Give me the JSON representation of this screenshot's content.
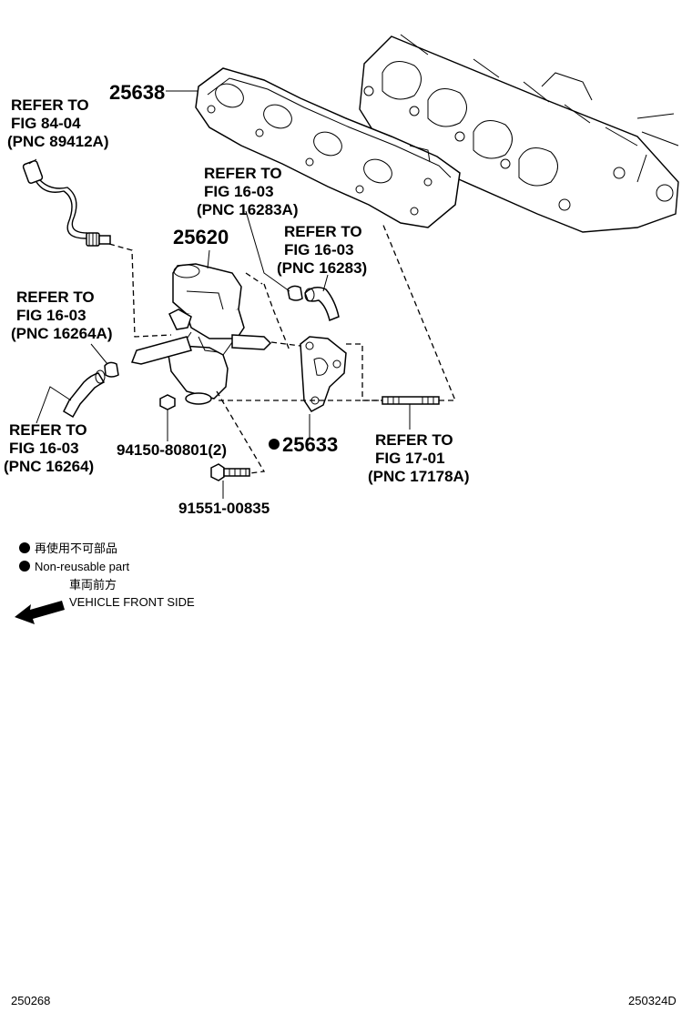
{
  "part_numbers": {
    "exhaust_manifold_gasket": "25638",
    "egr_valve": "25620",
    "egr_valve_gasket": "25633",
    "nut": "94150-80801(2)",
    "bolt": "91551-00835"
  },
  "references": {
    "sensor": {
      "line1": "REFER TO",
      "line2": "FIG 84-04",
      "line3": "(PNC 89412A)"
    },
    "clamp_top": {
      "line1": "REFER TO",
      "line2": "FIG 16-03",
      "line3": "(PNC 16283A)"
    },
    "hose_top": {
      "line1": "REFER TO",
      "line2": "FIG 16-03",
      "line3": "(PNC 16283)"
    },
    "clamp_left": {
      "line1": "REFER TO",
      "line2": "FIG 16-03",
      "line3": "(PNC 16264A)"
    },
    "hose_left": {
      "line1": "REFER TO",
      "line2": "FIG 16-03",
      "line3": "(PNC 16264)"
    },
    "stud": {
      "line1": "REFER TO",
      "line2": "FIG 17-01",
      "line3": "(PNC 17178A)"
    }
  },
  "legend": {
    "nonreusable_jp": "再使用不可部品",
    "nonreusable_en": "Non-reusable part",
    "front_jp": "車両前方",
    "front_en": "VEHICLE FRONT SIDE"
  },
  "footer": {
    "left_code": "250268",
    "right_code": "250324D"
  }
}
